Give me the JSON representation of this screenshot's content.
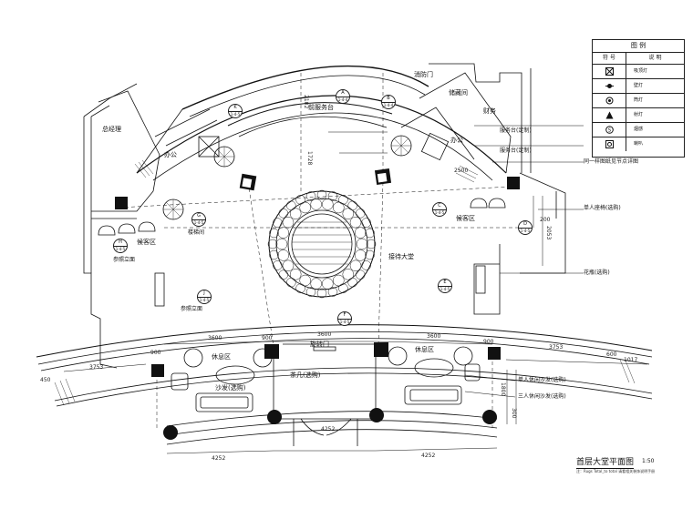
{
  "drawing": {
    "title": "首层大堂平面图",
    "scale": "1:50",
    "note": "注：Rugs Total_to total 请看相关装饰说明手册",
    "areas": {
      "main_hall": "接待大堂",
      "front_desk": "前服务台",
      "office_left": "办公",
      "office_right": "办公",
      "small_office": "财务",
      "lounge_left": "休息区",
      "lounge_right": "休息区",
      "side_left": "储藏间",
      "side_left2": "总经理",
      "waiting_left": "候客区",
      "waiting_right": "候客区",
      "revolving_door": "旋转门",
      "fire_room": "消防门",
      "coffee_table": "茶几(选购)",
      "sofa_left": "沙发(选购)",
      "small_ref_left": "参照立面",
      "small_ref_left2": "参照立面",
      "stair_label": "楼梯间",
      "service": "服务台(定制)",
      "service2": "服务台(定制)"
    },
    "callouts": [
      "单人座椅(选购)",
      "花瓶(选购)",
      "单人休闲沙发(选购)",
      "三人休闲沙发(选购)",
      "同一样图纸见节点详图"
    ],
    "dimensions": {
      "d3600a": "3600",
      "d3600b": "3600",
      "d3600c": "3600",
      "d900a": "900",
      "d900b": "900",
      "d900c": "900",
      "d4252a": "4252",
      "d4252b": "4252",
      "d4252c": "4252",
      "d3753a": "3753",
      "d3753b": "3753",
      "d1017": "1017",
      "d600": "600",
      "d450": "450",
      "d1800": "1800",
      "d300": "300",
      "d2102": "2102",
      "d1728": "1728",
      "d2053": "2053",
      "d200": "200",
      "d2500": "2500"
    },
    "section_tags": [
      {
        "id": "A",
        "ref": "1-4-4"
      },
      {
        "id": "B",
        "ref": "1-4-4"
      },
      {
        "id": "K",
        "ref": "1-4-5"
      },
      {
        "id": "G",
        "ref": "1-4-5"
      },
      {
        "id": "C",
        "ref": "1-4-5"
      },
      {
        "id": "D",
        "ref": "1-4-5"
      },
      {
        "id": "H",
        "ref": "1-4-5"
      },
      {
        "id": "J",
        "ref": "1-4-5"
      },
      {
        "id": "F",
        "ref": "1-4-5"
      },
      {
        "id": "E",
        "ref": "1-4-5"
      }
    ]
  },
  "legend": {
    "title": "图 例",
    "col_symbol": "符 号",
    "col_desc": "说 明",
    "rows": [
      {
        "icon": "box-x-icon",
        "desc": "吸顶灯"
      },
      {
        "icon": "wall-lamp-icon",
        "desc": "壁灯"
      },
      {
        "icon": "downlight-icon",
        "desc": "筒灯"
      },
      {
        "icon": "spotlight-icon",
        "desc": "射灯"
      },
      {
        "icon": "smoke-detector-icon",
        "desc": "烟感"
      },
      {
        "icon": "speaker-icon",
        "desc": "喇叭"
      }
    ]
  }
}
